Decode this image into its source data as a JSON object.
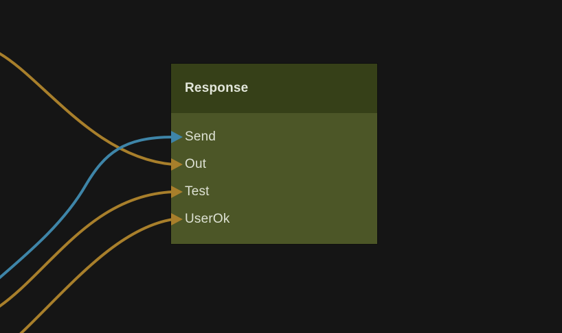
{
  "canvas": {
    "background_color": "#151515"
  },
  "node": {
    "title": "Response",
    "header_color": "#364018",
    "body_color": "#4c5627",
    "title_color": "#e2e6da",
    "label_color": "#dde1d3",
    "ports": [
      {
        "label": "Send"
      },
      {
        "label": "Out"
      },
      {
        "label": "Test"
      },
      {
        "label": "UserOk"
      }
    ]
  },
  "wires": [
    {
      "target_port": "Send",
      "color": "#3e85a8"
    },
    {
      "target_port": "Out",
      "color": "#a87f2b"
    },
    {
      "target_port": "Test",
      "color": "#a87f2b"
    },
    {
      "target_port": "UserOk",
      "color": "#a87f2b"
    }
  ]
}
